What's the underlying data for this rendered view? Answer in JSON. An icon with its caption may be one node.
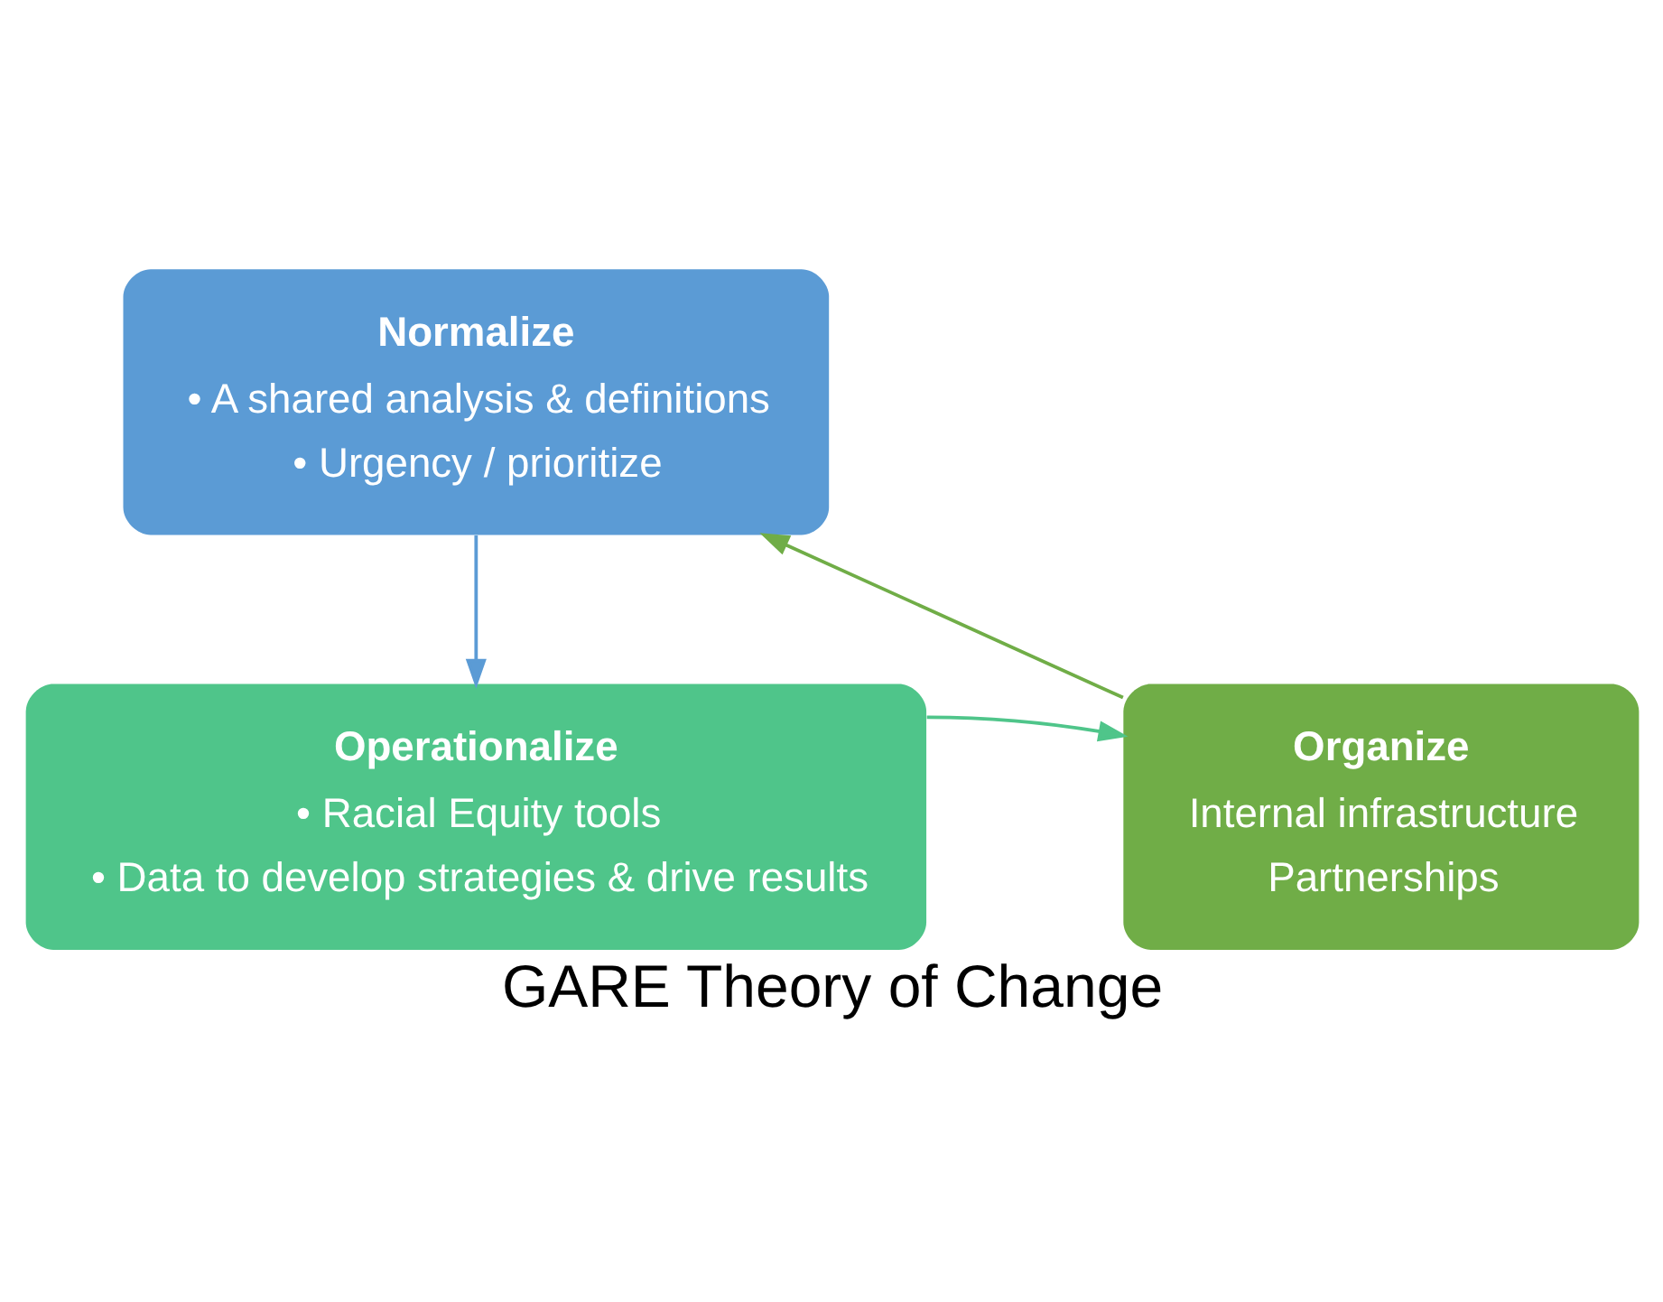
{
  "diagram": {
    "caption": "GARE Theory of Change",
    "nodes": [
      {
        "text": [
          "Normalize",
          "• A shared analysis & definitions",
          "• Urgency / prioritize"
        ]
      },
      {
        "text": [
          "Operationalize",
          "• Racial Equity tools",
          "• Data to develop strategies & drive results"
        ]
      },
      {
        "text": [
          "Organize",
          "Internal infrastructure",
          "Partnerships"
        ]
      }
    ],
    "edges": [
      {
        "from": 0,
        "to": 1,
        "arrow": "to",
        "color": "#5b9bd5"
      },
      {
        "from": 1,
        "to": 2,
        "arrow": "to",
        "color": "#4fc58a"
      },
      {
        "from": 2,
        "to": 0,
        "arrow": "to",
        "color": "#70ad47"
      }
    ]
  }
}
